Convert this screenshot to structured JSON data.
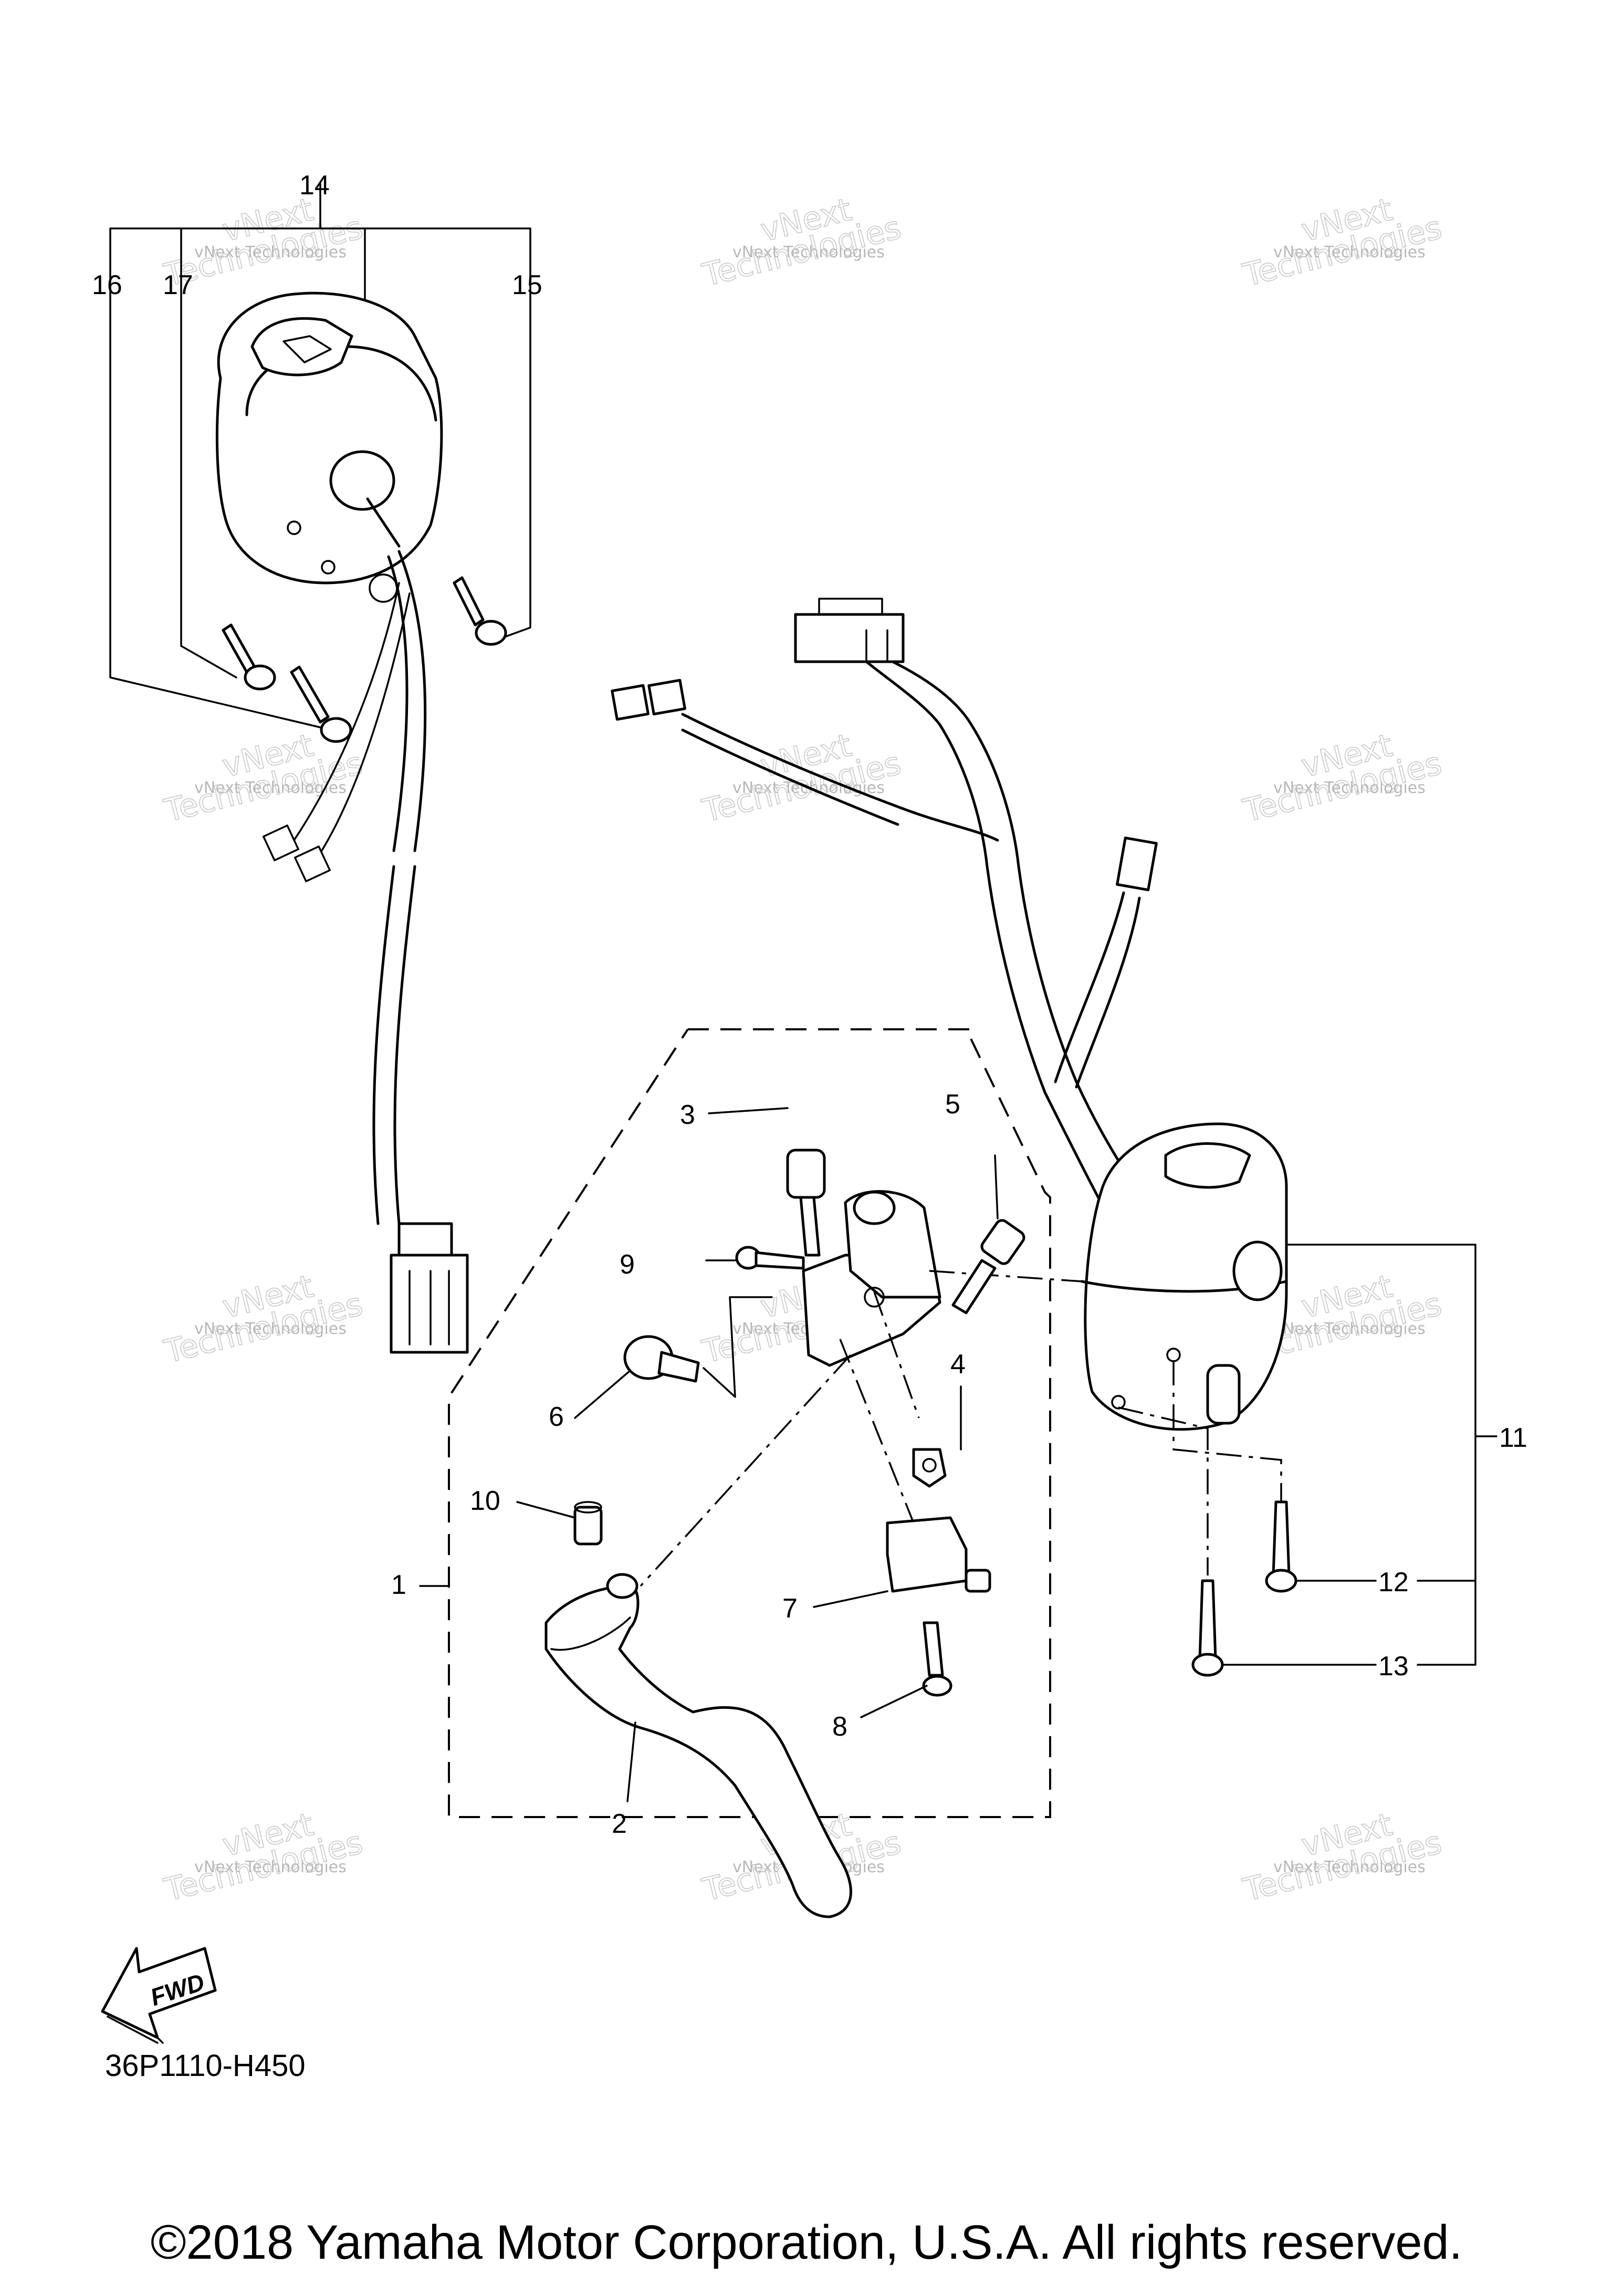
{
  "callouts": [
    "1",
    "2",
    "3",
    "4",
    "5",
    "6",
    "7",
    "8",
    "9",
    "10",
    "11",
    "12",
    "13",
    "14",
    "15",
    "16",
    "17"
  ],
  "watermark": {
    "line1": "vNext Technologies",
    "line2": "vNext",
    "line3": "Technologies"
  },
  "fwd_label": "FWD",
  "diagram_code": "36P1110-H450",
  "copyright": "©2018 Yamaha Motor Corporation, U.S.A. All rights reserved."
}
